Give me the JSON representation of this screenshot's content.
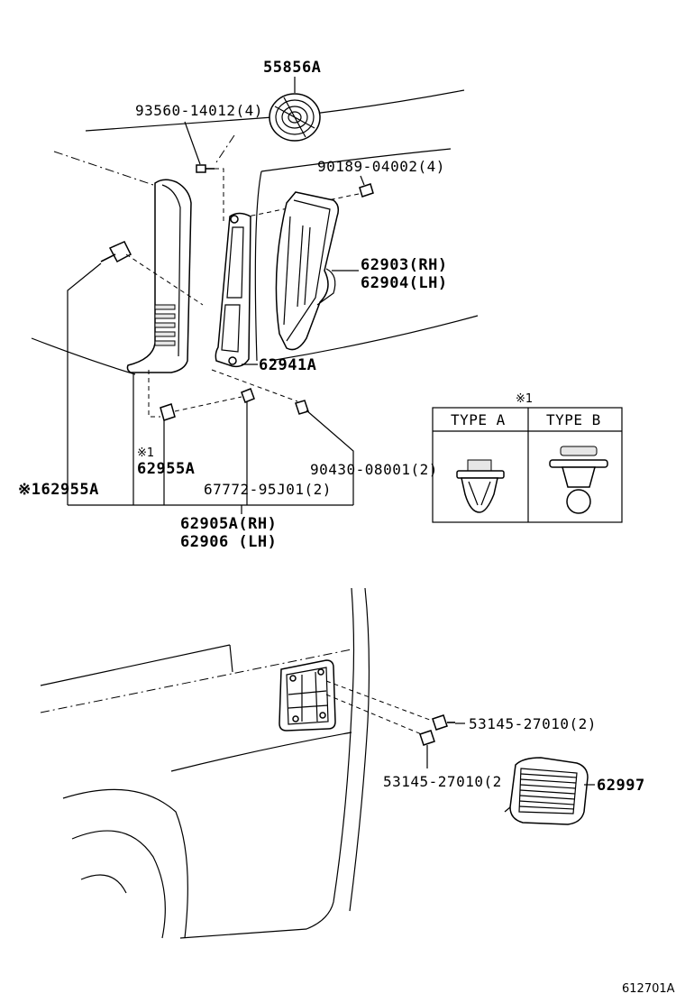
{
  "labels": {
    "p55856a": "55856A",
    "p93560": "93560-14012(4)",
    "p90189": "90189-04002(4)",
    "p62903": "62903(RH)",
    "p62904": "62904(LH)",
    "p62941a": "62941A",
    "p90430": "90430-08001(2)",
    "p62955a_mark": "※1",
    "p62955a": "62955A",
    "p62955a_left": "※162955A",
    "p67772": "67772-95J01(2)",
    "p62905a": "62905A(RH)",
    "p62906": "62906  (LH)",
    "p53145_a": "53145-27010(2)",
    "p53145_b": "53145-27010(2",
    "p62997": "62997",
    "fig_code": "612701A"
  },
  "clip_table": {
    "mark": "※1",
    "type_a": "TYPE A",
    "type_b": "TYPE B"
  }
}
